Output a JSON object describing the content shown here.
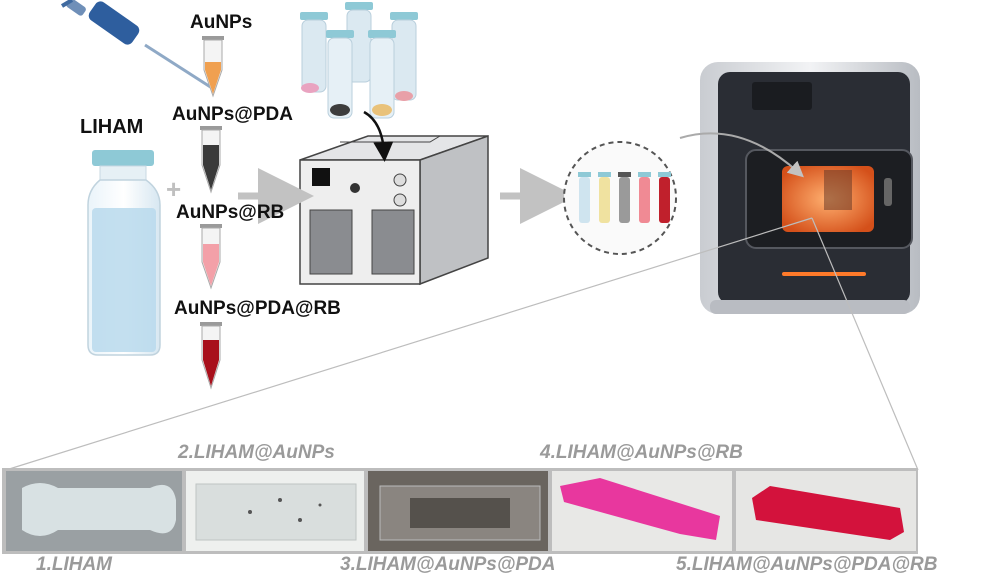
{
  "labels": {
    "aunps": "AuNPs",
    "liham": "LIHAM",
    "aunps_pda": "AuNPs@PDA",
    "aunps_rb": "AuNPs@RB",
    "aunps_pda_rb": "AuNPs@PDA@RB",
    "plus": "+"
  },
  "samples": [
    {
      "caption": "1.LIHAM",
      "color": "#dfe8ea"
    },
    {
      "caption": "2.LIHAM@AuNPs",
      "color": "#d9dedd"
    },
    {
      "caption": "3.LIHAM@AuNPs@PDA",
      "color": "#6b6460"
    },
    {
      "caption": "4.LIHAM@AuNPs@RB",
      "color": "#e8379e"
    },
    {
      "caption": "5.LIHAM@AuNPs@PDA@RB",
      "color": "#d3123c"
    }
  ],
  "colors": {
    "pipette": "#2e5e9e",
    "aunps_tube": "#f0a050",
    "pda_tube": "#3a3a3a",
    "rb_tube": "#f3a0a8",
    "pda_rb_tube": "#a8101c",
    "liham_vial": "#b9d9ec",
    "printer_body": "#2a2d34",
    "printer_window": "#ff7a2a"
  }
}
